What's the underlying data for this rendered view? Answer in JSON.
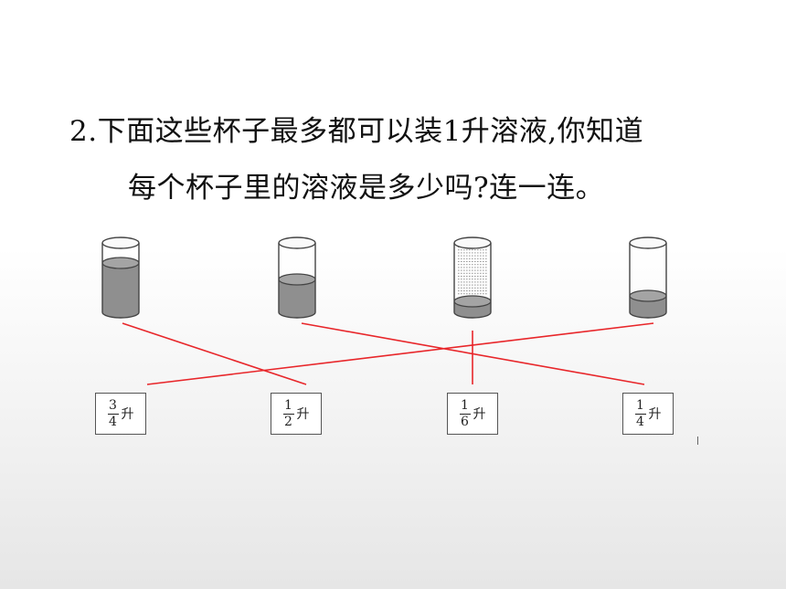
{
  "question": {
    "line1": "2.下面这些杯子最多都可以装1升溶液,你知道",
    "line2": "每个杯子里的溶液是多少吗?连一连。"
  },
  "cups": [
    {
      "fill": 0.75
    },
    {
      "fill": 0.5
    },
    {
      "fill": 0.1667,
      "graduated": true
    },
    {
      "fill": 0.25
    }
  ],
  "answers": [
    {
      "num": "3",
      "den": "4",
      "unit": "升"
    },
    {
      "num": "1",
      "den": "2",
      "unit": "升"
    },
    {
      "num": "1",
      "den": "6",
      "unit": "升"
    },
    {
      "num": "1",
      "den": "4",
      "unit": "升"
    }
  ],
  "connections": [
    [
      0,
      1
    ],
    [
      1,
      3
    ],
    [
      2,
      2
    ],
    [
      3,
      0
    ]
  ],
  "colors": {
    "line": "#e8262a",
    "liquid": "#8f8f8f",
    "outline": "#444444"
  }
}
